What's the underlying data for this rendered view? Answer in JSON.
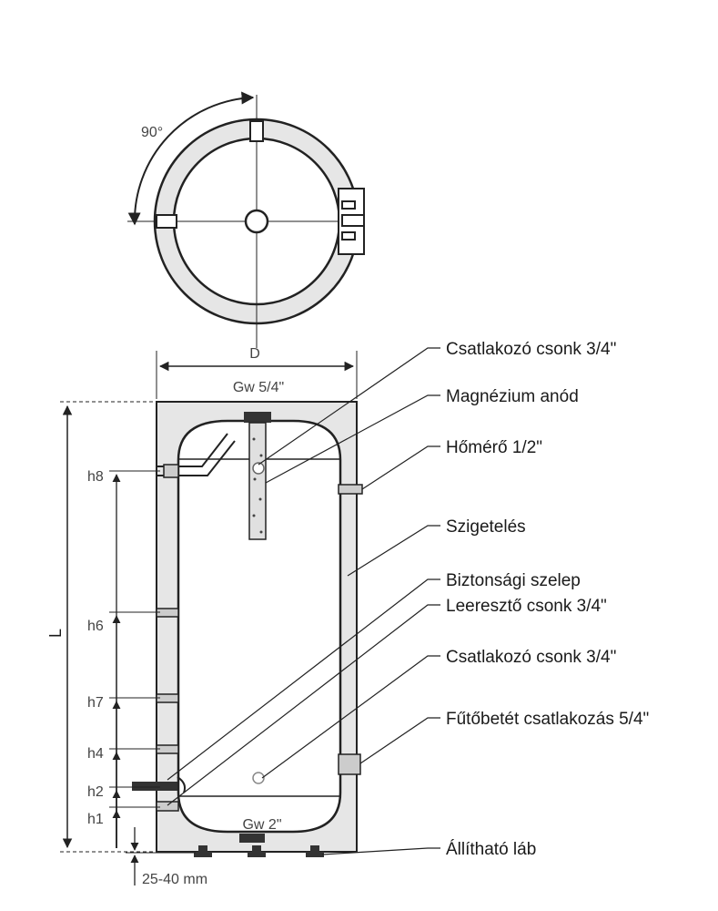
{
  "top_view": {
    "angle": "90°"
  },
  "dimensions": {
    "diameter": "D",
    "length": "L",
    "top_connection": "Gw 5/4\"",
    "bottom_connection": "Gw 2\"",
    "leg_range": "25-40 mm"
  },
  "heights": [
    "h8",
    "h6",
    "h7",
    "h4",
    "h2",
    "h1"
  ],
  "callouts": [
    "Csatlakozó csonk 3/4\"",
    "Magnézium anód",
    "Hőmérő 1/2\"",
    "Szigetelés",
    "Biztonsági szelep",
    "Leeresztő csonk 3/4\"",
    "Csatlakozó csonk 3/4\"",
    "Fűtőbetét csatlakozás 5/4\"",
    "Állítható láb"
  ]
}
